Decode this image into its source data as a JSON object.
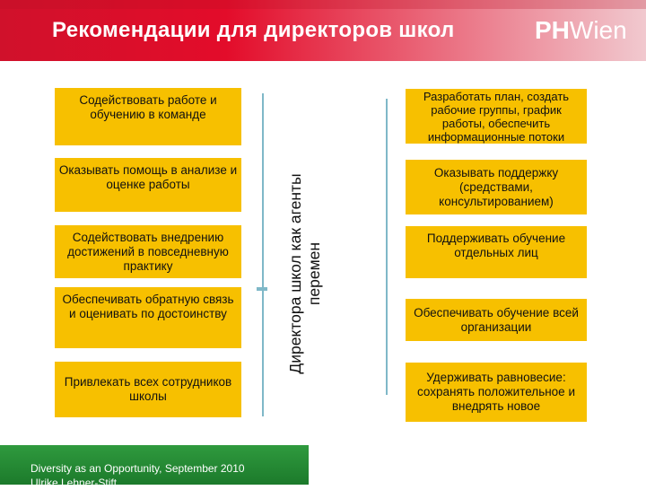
{
  "header": {
    "title": "Рекомендации для  директоров школ"
  },
  "logo": {
    "part1": "PH",
    "part2": "Wien"
  },
  "center": {
    "label_line1": "Директора школ как агенты",
    "label_line2": "перемен"
  },
  "left_items": [
    "Содействовать работе и обучению в команде",
    "Оказывать помощь в анализе и оценке работы",
    "Содействовать внедрению достижений в повседневную практику",
    "Обеспечивать обратную связь и оценивать по достоинству",
    "Привлекать всех сотрудников школы"
  ],
  "right_items": [
    "Разработать план, создать рабочие группы, график работы, обеспечить информационные потоки",
    "Оказывать поддержку (средствами, консультированием)",
    "Поддерживать обучение отдельных лиц",
    "Обеспечивать обучение всей организации",
    "Удерживать равновесие: сохранять положительное и внедрять новое"
  ],
  "footer": {
    "line1": "Diversity as an Opportunity,  September 2010",
    "line2": "Ulrike Lehner-Stift"
  },
  "colors": {
    "header": "#e30c2a",
    "box": "#f7c000",
    "connector": "#7fb8c8",
    "footer": "#2a8e3a"
  }
}
